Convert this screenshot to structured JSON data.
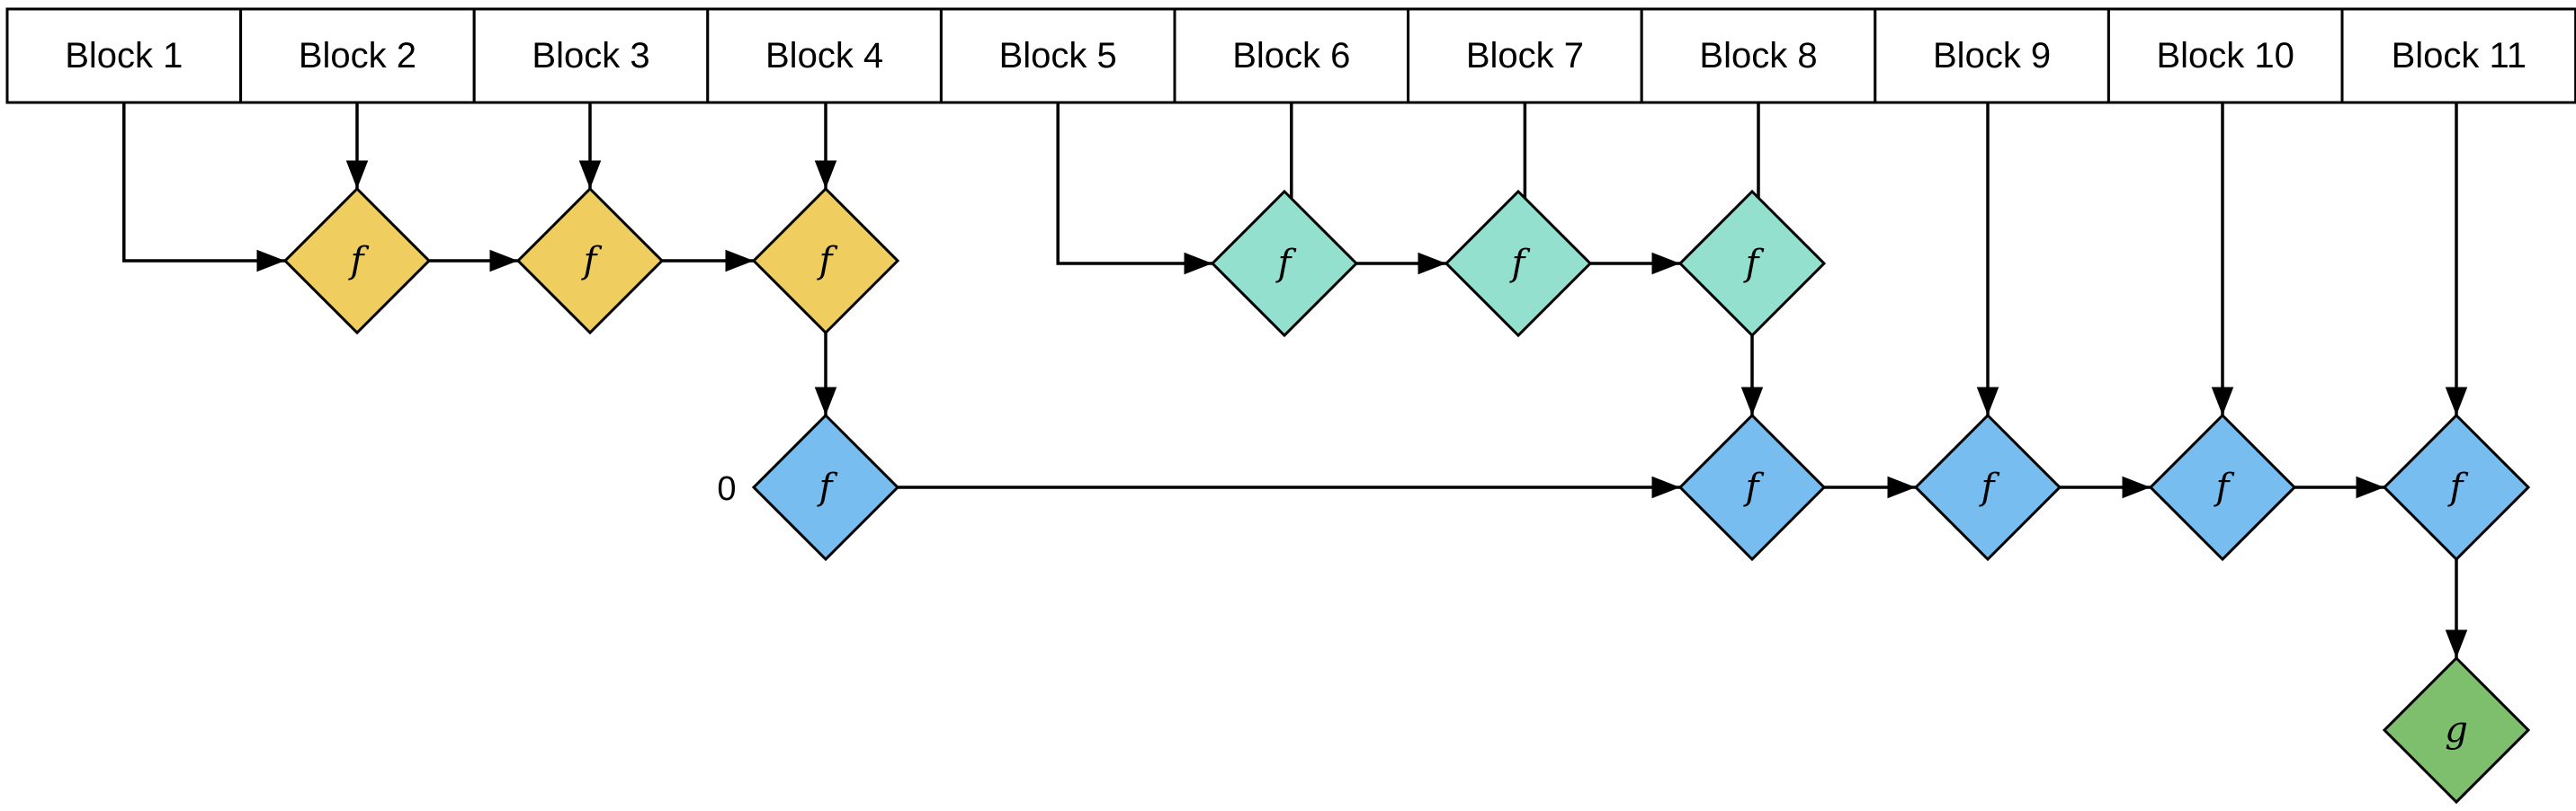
{
  "blocks": [
    "Block 1",
    "Block 2",
    "Block 3",
    "Block 4",
    "Block 5",
    "Block 6",
    "Block 7",
    "Block 8",
    "Block 9",
    "Block 10",
    "Block 11"
  ],
  "function_label": "f",
  "output_label": "g",
  "initial_value": "0",
  "colors": {
    "group_1": "#efcd5f",
    "group_2": "#93e0cf",
    "accumulator": "#78bdf0",
    "output": "#7dbf6c",
    "stroke": "#000000"
  },
  "nodes": [
    {
      "id": "a1",
      "group": "group_1"
    },
    {
      "id": "a2",
      "group": "group_1"
    },
    {
      "id": "a3",
      "group": "group_1"
    },
    {
      "id": "b1",
      "group": "group_2"
    },
    {
      "id": "b2",
      "group": "group_2"
    },
    {
      "id": "b3",
      "group": "group_2"
    },
    {
      "id": "c1",
      "group": "accumulator"
    },
    {
      "id": "c2",
      "group": "accumulator"
    },
    {
      "id": "c3",
      "group": "accumulator"
    },
    {
      "id": "c4",
      "group": "accumulator"
    },
    {
      "id": "c5",
      "group": "accumulator"
    },
    {
      "id": "out",
      "group": "output"
    }
  ],
  "edges": [
    {
      "from": "block-1",
      "to": "a1"
    },
    {
      "from": "block-2",
      "to": "a1"
    },
    {
      "from": "a1",
      "to": "a2"
    },
    {
      "from": "block-3",
      "to": "a2"
    },
    {
      "from": "a2",
      "to": "a3"
    },
    {
      "from": "block-4",
      "to": "a3"
    },
    {
      "from": "a3",
      "to": "c1"
    },
    {
      "from": "block-5",
      "to": "b1"
    },
    {
      "from": "block-6",
      "to": "b1"
    },
    {
      "from": "b1",
      "to": "b2"
    },
    {
      "from": "block-7",
      "to": "b2"
    },
    {
      "from": "b2",
      "to": "b3"
    },
    {
      "from": "block-8",
      "to": "b3"
    },
    {
      "from": "b3",
      "to": "c2"
    },
    {
      "from": "c1",
      "to": "c2"
    },
    {
      "from": "c2",
      "to": "c3"
    },
    {
      "from": "block-9",
      "to": "c3"
    },
    {
      "from": "c3",
      "to": "c4"
    },
    {
      "from": "block-10",
      "to": "c4"
    },
    {
      "from": "c4",
      "to": "c5"
    },
    {
      "from": "block-11",
      "to": "c5"
    },
    {
      "from": "c5",
      "to": "out"
    }
  ]
}
